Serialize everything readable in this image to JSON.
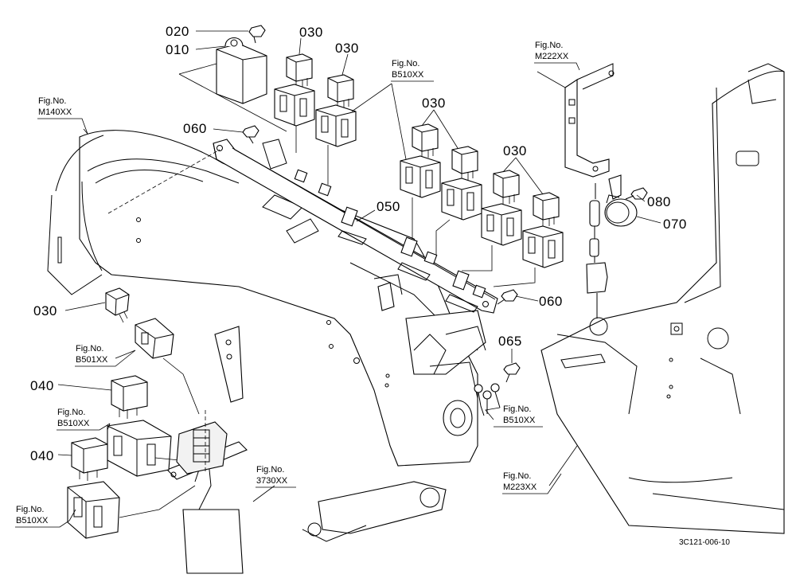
{
  "diagram": {
    "part_callouts": [
      {
        "id": "p020a",
        "label": "020"
      },
      {
        "id": "p010",
        "label": "010"
      },
      {
        "id": "p030a",
        "label": "030"
      },
      {
        "id": "p030b",
        "label": "030"
      },
      {
        "id": "p030c",
        "label": "030"
      },
      {
        "id": "p030d",
        "label": "030"
      },
      {
        "id": "p030e",
        "label": "030"
      },
      {
        "id": "p060a",
        "label": "060"
      },
      {
        "id": "p060b",
        "label": "060"
      },
      {
        "id": "p050",
        "label": "050"
      },
      {
        "id": "p080",
        "label": "080"
      },
      {
        "id": "p070",
        "label": "070"
      },
      {
        "id": "p065",
        "label": "065"
      },
      {
        "id": "p040a",
        "label": "040"
      },
      {
        "id": "p040b",
        "label": "040"
      }
    ],
    "figure_refs": [
      {
        "id": "f1",
        "prefix": "Fig.No.",
        "code": "M140XX"
      },
      {
        "id": "f2",
        "prefix": "Fig.No.",
        "code": "B510XX"
      },
      {
        "id": "f3",
        "prefix": "Fig.No.",
        "code": "M222XX"
      },
      {
        "id": "f4",
        "prefix": "Fig.No.",
        "code": "B501XX"
      },
      {
        "id": "f5",
        "prefix": "Fig.No.",
        "code": "B510XX"
      },
      {
        "id": "f6",
        "prefix": "Fig.No.",
        "code": "B510XX"
      },
      {
        "id": "f7",
        "prefix": "Fig.No.",
        "code": "B510XX"
      },
      {
        "id": "f8",
        "prefix": "Fig.No.",
        "code": "3730XX"
      },
      {
        "id": "f9",
        "prefix": "Fig.No.",
        "code": "M223XX"
      }
    ],
    "drawing_code": "3C121-006-10"
  }
}
